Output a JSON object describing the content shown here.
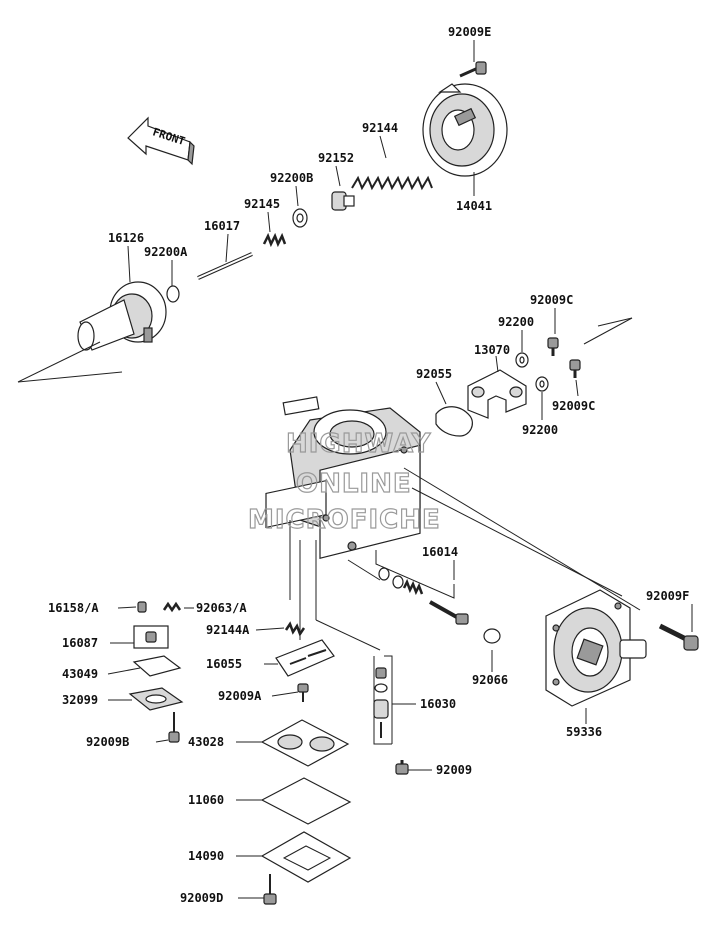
{
  "front_arrow": {
    "text": "FRONT"
  },
  "watermark": {
    "lines": [
      "HIGHWAY",
      "ONLINE",
      "MICROFICHE"
    ]
  },
  "labels": {
    "p92009E": "92009E",
    "p92144": "92144",
    "p92152": "92152",
    "p92200B": "92200B",
    "p14041": "14041",
    "p92145": "92145",
    "p16017": "16017",
    "p16126": "16126",
    "p92200A": "92200A",
    "p92009C_top": "92009C",
    "p92200_top": "92200",
    "p13070": "13070",
    "p92055": "92055",
    "p92009C_bot": "92009C",
    "p92200_bot": "92200",
    "p16014": "16014",
    "p92009F": "92009F",
    "p16158A": "16158/A",
    "p92063A": "92063/A",
    "p16087": "16087",
    "p92144A": "92144A",
    "p43049": "43049",
    "p16055": "16055",
    "p92066": "92066",
    "p32099": "32099",
    "p92009A": "92009A",
    "p16030": "16030",
    "p59336": "59336",
    "p92009B": "92009B",
    "p43028": "43028",
    "p92009": "92009",
    "p11060": "11060",
    "p14090": "14090",
    "p92009D": "92009D"
  }
}
